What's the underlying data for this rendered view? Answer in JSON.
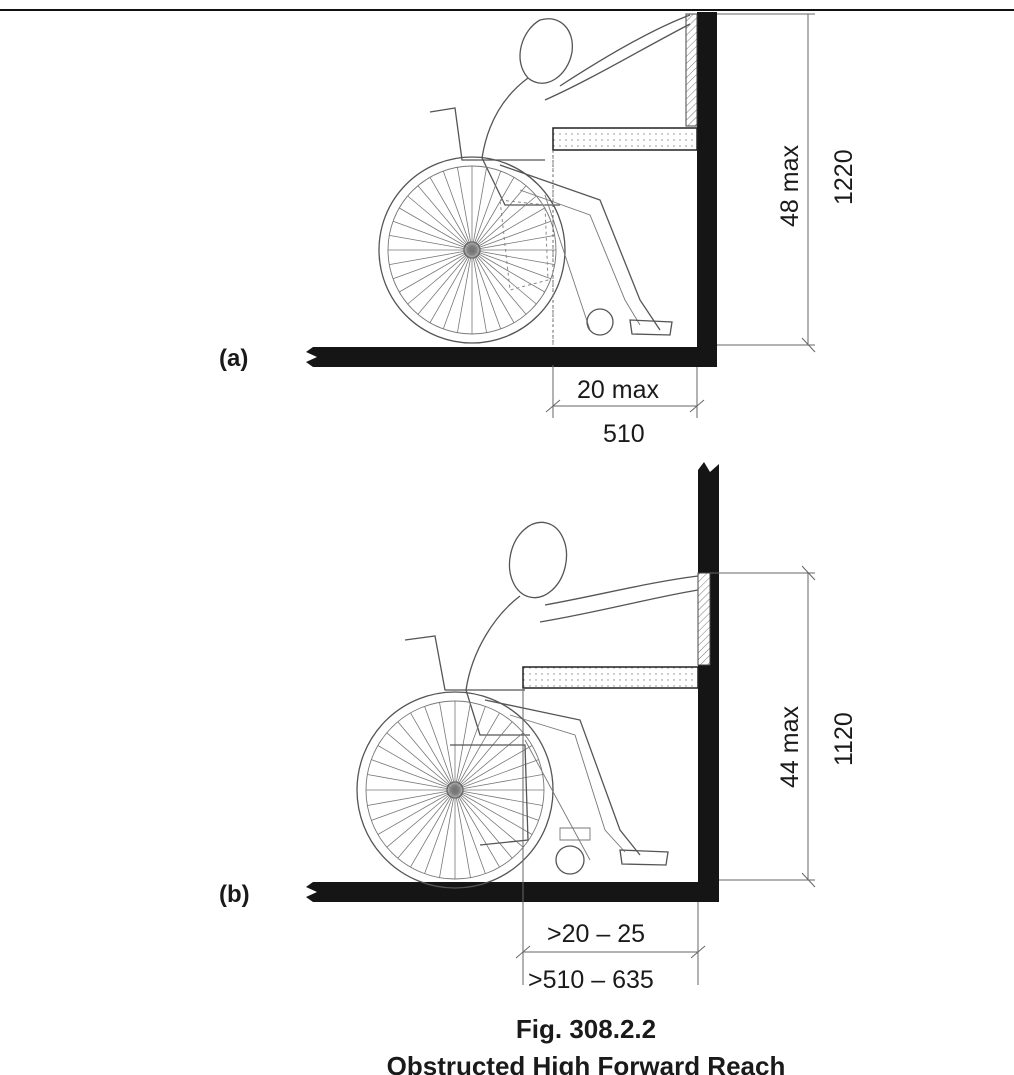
{
  "diagram_a": {
    "label": "(a)",
    "vertical_imperial": "48 max",
    "vertical_metric": "1220",
    "horizontal_imperial": "20 max",
    "horizontal_metric": "510"
  },
  "diagram_b": {
    "label": "(b)",
    "vertical_imperial": "44 max",
    "vertical_metric": "1120",
    "horizontal_imperial": ">20 – 25",
    "horizontal_metric": ">510 – 635"
  },
  "caption": {
    "figure_number": "Fig. 308.2.2",
    "title": "Obstructed High Forward Reach"
  }
}
